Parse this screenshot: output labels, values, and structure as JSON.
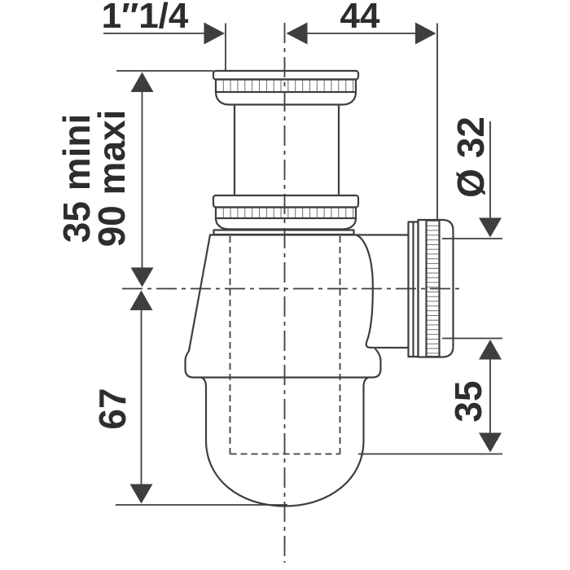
{
  "colors": {
    "background": "#ffffff",
    "line": "#3e3e3e",
    "text": "#2d2d2d"
  },
  "labels": {
    "inlet_thread": "1″1/4",
    "top_offset": "44",
    "trap_min": "35 mini",
    "trap_max": "90 maxi",
    "outlet_diameter": "Ø 32",
    "body_height": "67",
    "outlet_height": "35"
  }
}
